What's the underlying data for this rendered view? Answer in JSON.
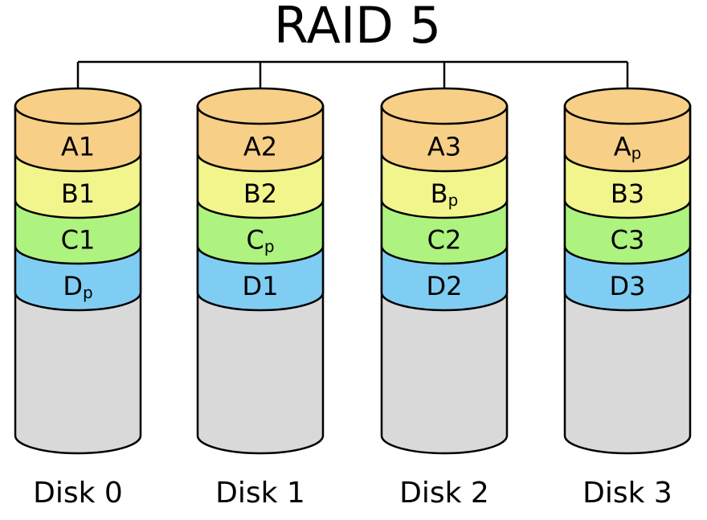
{
  "title": "RAID 5",
  "colors": {
    "stripe_a": "#f7cf86",
    "stripe_b": "#f2f58c",
    "stripe_c": "#aef27f",
    "stripe_d": "#80cdf3",
    "empty": "#d9d9d9",
    "outline": "#000000"
  },
  "disks": [
    {
      "label": "Disk 0",
      "blocks": [
        {
          "main": "A",
          "sub": "1",
          "parity": false
        },
        {
          "main": "B",
          "sub": "1",
          "parity": false
        },
        {
          "main": "C",
          "sub": "1",
          "parity": false
        },
        {
          "main": "D",
          "sub": "p",
          "parity": true
        }
      ]
    },
    {
      "label": "Disk 1",
      "blocks": [
        {
          "main": "A",
          "sub": "2",
          "parity": false
        },
        {
          "main": "B",
          "sub": "2",
          "parity": false
        },
        {
          "main": "C",
          "sub": "p",
          "parity": true
        },
        {
          "main": "D",
          "sub": "1",
          "parity": false
        }
      ]
    },
    {
      "label": "Disk 2",
      "blocks": [
        {
          "main": "A",
          "sub": "3",
          "parity": false
        },
        {
          "main": "B",
          "sub": "p",
          "parity": true
        },
        {
          "main": "C",
          "sub": "2",
          "parity": false
        },
        {
          "main": "D",
          "sub": "2",
          "parity": false
        }
      ]
    },
    {
      "label": "Disk 3",
      "blocks": [
        {
          "main": "A",
          "sub": "p",
          "parity": true
        },
        {
          "main": "B",
          "sub": "3",
          "parity": false
        },
        {
          "main": "C",
          "sub": "3",
          "parity": false
        },
        {
          "main": "D",
          "sub": "3",
          "parity": false
        }
      ]
    }
  ]
}
